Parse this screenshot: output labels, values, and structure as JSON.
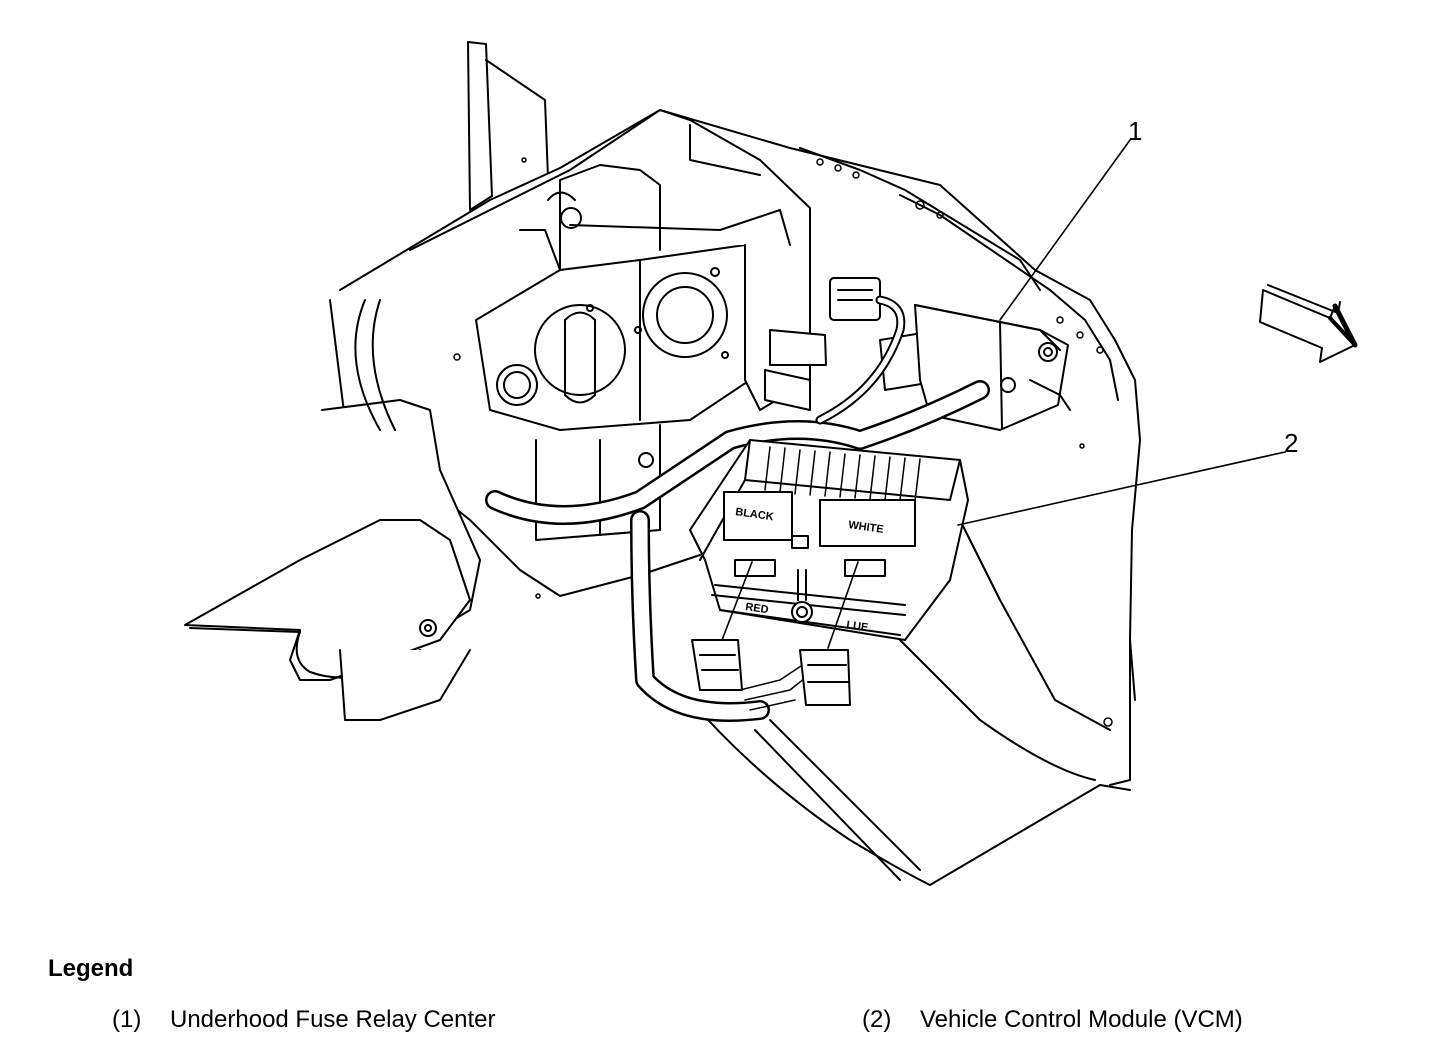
{
  "callouts": [
    "1",
    "2"
  ],
  "module_labels": {
    "black": "BLACK",
    "white": "WHITE",
    "red": "RED",
    "blue": "LUE"
  },
  "legend": {
    "title": "Legend",
    "items": [
      {
        "num": "(1)",
        "label": "Underhood Fuse Relay Center"
      },
      {
        "num": "(2)",
        "label": "Vehicle Control Module (VCM)"
      }
    ]
  }
}
